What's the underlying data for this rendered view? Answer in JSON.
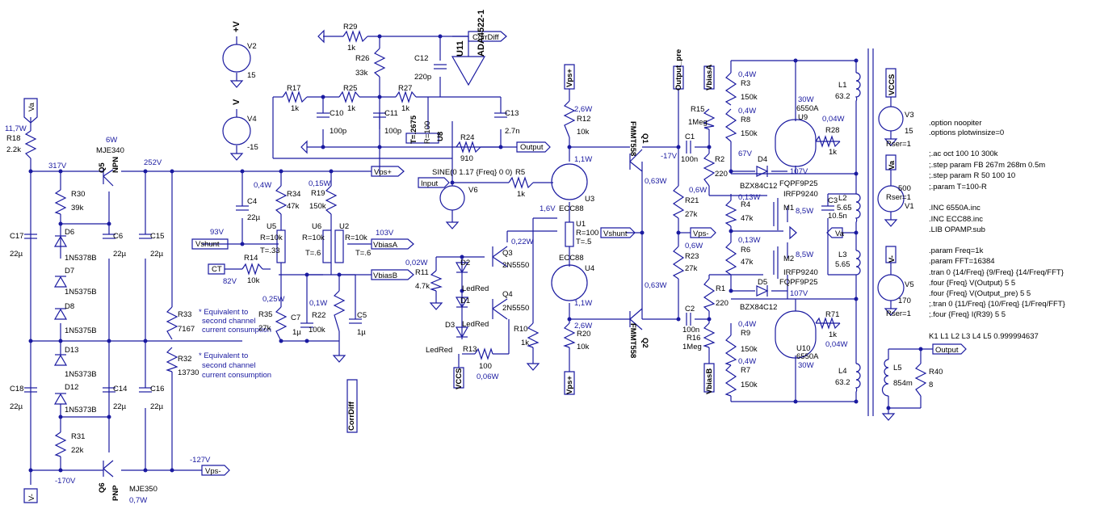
{
  "texts": {
    "v2": "V2",
    "vplus": "+V",
    "v2val": "15",
    "v4": "V4",
    "vminus": "V",
    "v4val": "-15",
    "r29": "R29",
    "r29v": "1k",
    "r26": "R26",
    "r26v": "33k",
    "c12": "C12",
    "c12v": "220p",
    "u11": "U11",
    "ada": "ADA4522-1",
    "corrdiff": "CorrDiff",
    "r17": "R17",
    "r17v": "1k",
    "r25": "R25",
    "r25v": "1k",
    "r27": "R27",
    "r27v": "1k",
    "c10": "C10",
    "c10v": "100p",
    "c11": "C11",
    "c11v": "100p",
    "c13": "C13",
    "c13v": "2.7n",
    "u8": "U8",
    "u8r": "R=100",
    "u8t": "T=.2675",
    "r24": "R24",
    "r24v": "910",
    "output": "Output",
    "va": "Va",
    "p117": "11,7W",
    "r18": "R18",
    "r18v": "2.2k",
    "v317": "317V",
    "q5w": "6W",
    "q5t": "MJE340",
    "q5": "Q5",
    "npn": "NPN",
    "v252": "252V",
    "r30": "R30",
    "r30v": "39k",
    "c6": "C6",
    "c6v": "22µ",
    "c17": "C17",
    "c17v": "22µ",
    "c15": "C15",
    "c15v": "22µ",
    "d6": "D6",
    "d6t": "1N5378B",
    "d7": "D7",
    "d7t": "1N5375B",
    "d8": "D8",
    "d8t": "1N5375B",
    "d13": "D13",
    "d13t": "1N5373B",
    "d12": "D12",
    "d12t": "1N5373B",
    "c18": "C18",
    "c18v": "22µ",
    "c14": "C14",
    "c14v": "22µ",
    "c16": "C16",
    "c16v": "22µ",
    "r31": "R31",
    "r31v": "22k",
    "q6": "Q6",
    "pnp": "PNP",
    "q6t": "MJE350",
    "q6w": "0,7W",
    "v170": "-170V",
    "v127": "-127V",
    "vps_plus": "Vps+",
    "vps_minus": "Vps-",
    "vminusl": "V-",
    "r33": "R33",
    "r33v": "7167",
    "r32": "R32",
    "r32v": "13730",
    "note1a": "* Equivalent to",
    "note1b": "second channel",
    "note1c": "current consumption",
    "p04a": "0,4W",
    "c4": "C4",
    "c4v": "22µ",
    "r34": "R34",
    "r34v": "47k",
    "p015": "0,15W",
    "r19": "R19",
    "r19v": "150k",
    "v93": "93V",
    "vshunt": "Vshunt",
    "u5": "U5",
    "u5r": "R=10k",
    "u5t": "T=.33",
    "u6": "U6",
    "u6r": "R=10k",
    "u6t": "T=.6",
    "u2": "U2",
    "u2r": "R=10k",
    "u2t": "T=.6",
    "v103": "103V",
    "vbiasa": "VbiasA",
    "vbiasb": "VbiasB",
    "ct": "CT",
    "r14": "R14",
    "r14v": "10k",
    "v82": "82V",
    "p025": "0,25W",
    "r35": "R35",
    "r35v": "27k",
    "p01": "0,1W",
    "c7": "C7",
    "c7v": "1µ",
    "r22": "R22",
    "r22v": "100k",
    "c5": "C5",
    "c5v": "1µ",
    "sine": "SINE(0 1.17 {Freq} 0 0)",
    "r5": "R5",
    "r5v": "1k",
    "v6": "V6",
    "input": "Input",
    "vps_plus2": "Vps+",
    "p26a": "2,6W",
    "r12": "R12",
    "r12v": "10k",
    "p11a": "1,1W",
    "u3": "U3",
    "ecc88a": "ECC88",
    "v16": "1,6V",
    "u1": "U1",
    "u1r": "R=100",
    "u1t": "T=.5",
    "u4": "U4",
    "ecc88b": "ECC88",
    "p11b": "1,1W",
    "p26b": "2,6W",
    "r20": "R20",
    "r20v": "10k",
    "vps_plus3": "Vps+",
    "r10": "R10",
    "r10v": "1k",
    "p022": "0,22W",
    "q3": "Q3",
    "q3t": "2N5550",
    "q4": "Q4",
    "q4t": "2N5550",
    "p002": "0,02W",
    "r11": "R11",
    "r11v": "4.7k",
    "d2": "D2",
    "ledred1": "LedRed",
    "d1": "D1",
    "ledred2": "LedRed",
    "d3": "D3",
    "ledred3": "LedRed",
    "r13": "R13",
    "r13v": "100",
    "p006": "0,06W",
    "vccs": "VCCS",
    "fmmt1": "FMMT558",
    "q1": "Q1",
    "fmmt2": "FMMT558",
    "q2": "Q2",
    "p063a": "0,63W",
    "p063b": "0,63W",
    "outpre": "Output_pre",
    "v17": "-17V",
    "c1": "C1",
    "c1v": "100n",
    "r15": "R15",
    "r15v": "1Meg",
    "vbiasa2": "VbiasA",
    "r2": "R2",
    "r2v": "220",
    "p06a": "0,6W",
    "r21": "R21",
    "r21v": "27k",
    "vps_minus2": "Vps-",
    "p06b": "0,6W",
    "r23": "R23",
    "r23v": "27k",
    "r1": "R1",
    "r1v": "220",
    "c2": "C2",
    "c2v": "100n",
    "r16": "R16",
    "r16v": "1Meg",
    "vbiasb2": "VbiasB",
    "vshunt2": "Vshunt",
    "p04b": "0,4W",
    "r3": "R3",
    "r3v": "150k",
    "p04c": "0,4W",
    "r8": "R8",
    "r8v": "150k",
    "v67": "67V",
    "d4": "D4",
    "bzx1": "BZX84C12",
    "v107a": "107V",
    "fqpf1": "FQPF9P25",
    "m1t": "IRFP9240",
    "m1": "M1",
    "p013a": "0,13W",
    "r4": "R4",
    "r4v": "47k",
    "p85a": "8,5W",
    "p013b": "0,13W",
    "r6": "R6",
    "r6v": "47k",
    "m2": "M2",
    "p85b": "8,5W",
    "m2t": "IRFP9240",
    "fqpf2": "FQPF9P25",
    "d5": "D5",
    "bzx2": "BZX84C12",
    "v107b": "107V",
    "p04d": "0,4W",
    "r9": "R9",
    "r9v": "150k",
    "p04e": "0,4W",
    "r7": "R7",
    "r7v": "150k",
    "p30a": "30W",
    "t6550a": "6550A",
    "u9": "U9",
    "p004a": "0,04W",
    "r28": "R28",
    "r28v": "1k",
    "u10": "U10",
    "t6550b": "6550A",
    "p30b": "30W",
    "r71": "R71",
    "r71v": "1k",
    "p004b": "0,04W",
    "l1": "L1",
    "l1v": "63.2",
    "l2": "L2",
    "l2v": "5.65",
    "l3": "L3",
    "l3v": "5.65",
    "l4": "L4",
    "l4v": "63.2",
    "c3": "C3",
    "c3v": "10.5n",
    "va2": "Va",
    "vccs2": "VCCS",
    "v3": "V3",
    "v3val": "15",
    "rser1": "Rser=1",
    "v1": "V1",
    "v1val": "500",
    "rser2": "Rser=1",
    "vminus2": "V-",
    "v5": "V5",
    "v5val": "170",
    "rser3": "Rser=1",
    "l5": "L5",
    "l5v": "854m",
    "r40": "R40",
    "r40v": "8",
    "output2": "Output"
  },
  "spice_lines": [
    ".option noopiter",
    ".options plotwinsize=0",
    "",
    ";.ac oct 100 10 300k",
    ";.step param FB 267m 268m 0.5m",
    ";.step param R 50 100 10",
    ";.param T=100-R",
    "",
    ".INC 6550A.inc",
    ".INC ECC88.inc",
    ".LIB OPAMP.sub",
    "",
    ".param Freq=1k",
    ".param FFT=16384",
    ".tran 0 {14/Freq} {9/Freq} {14/Freq/FFT}",
    ".four {Freq} V(Output) 5 5",
    ".four {Freq} V(Output_pre) 5 5",
    ";.tran 0 {11/Freq} {10/Freq} {1/Freq/FFT}",
    ";.four {Freq} I(R39) 5 5",
    "",
    "K1 L1 L2 L3 L4 L5 0.999994637"
  ]
}
